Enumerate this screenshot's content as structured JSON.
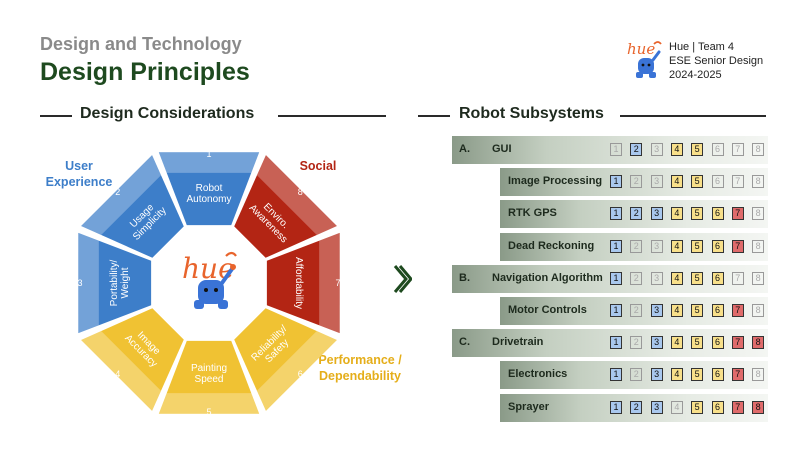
{
  "header": {
    "subtitle": "Design and Technology",
    "title": "Design Principles"
  },
  "team": {
    "line1": "Hue | Team 4",
    "line2": "ESE Senior Design",
    "line3": "2024-2025",
    "logo_text": "hue"
  },
  "left_section": {
    "heading": "Design Considerations"
  },
  "right_section": {
    "heading": "Robot Subsystems"
  },
  "categories": {
    "user_experience": "User\nExperience",
    "social": "Social",
    "performance": "Performance /\nDependability"
  },
  "wheel": {
    "center_logo_text": "hue",
    "segments": [
      {
        "number": "1",
        "line1": "Robot",
        "line2": "Autonomy",
        "color": "#3d7ec9"
      },
      {
        "number": "8",
        "line1": "Enviro.",
        "line2": "Awareness",
        "color": "#b32514"
      },
      {
        "number": "7",
        "line1": "Affordability",
        "line2": "",
        "color": "#b32514"
      },
      {
        "number": "6",
        "line1": "Reliability/",
        "line2": "Safety",
        "color": "#f0c233"
      },
      {
        "number": "5",
        "line1": "Painting",
        "line2": "Speed",
        "color": "#f0c233"
      },
      {
        "number": "4",
        "line1": "Image",
        "line2": "Accuracy",
        "color": "#f0c233"
      },
      {
        "number": "3",
        "line1": "Portability/",
        "line2": "Weight",
        "color": "#3d7ec9"
      },
      {
        "number": "2",
        "line1": "Usage",
        "line2": "Simplicity",
        "color": "#3d7ec9"
      }
    ]
  },
  "colors": {
    "blue": "#3d7ec9",
    "red": "#b32514",
    "yellow": "#f0c233",
    "dark_green": "#1e4a1f",
    "box_blue": "#a9c8ee",
    "box_yellow": "#f8e08a",
    "box_red": "#e06b6b"
  },
  "subsystems": [
    {
      "letter": "A.",
      "name": "GUI",
      "type": "main",
      "active": [
        2,
        4,
        5
      ]
    },
    {
      "letter": "",
      "name": "Image Processing",
      "type": "child",
      "active": [
        1,
        4,
        5
      ]
    },
    {
      "letter": "",
      "name": "RTK GPS",
      "type": "child",
      "active": [
        1,
        2,
        3,
        4,
        5,
        6,
        7
      ]
    },
    {
      "letter": "",
      "name": "Dead Reckoning",
      "type": "child",
      "active": [
        1,
        4,
        5,
        6,
        7
      ]
    },
    {
      "letter": "B.",
      "name": "Navigation Algorithm",
      "type": "main",
      "active": [
        1,
        4,
        5,
        6
      ]
    },
    {
      "letter": "",
      "name": "Motor Controls",
      "type": "child",
      "active": [
        1,
        3,
        4,
        5,
        6,
        7
      ]
    },
    {
      "letter": "C.",
      "name": "Drivetrain",
      "type": "main",
      "active": [
        1,
        3,
        4,
        5,
        6,
        7,
        8
      ]
    },
    {
      "letter": "",
      "name": "Electronics",
      "type": "child",
      "active": [
        1,
        3,
        4,
        5,
        6,
        7
      ]
    },
    {
      "letter": "",
      "name": "Sprayer",
      "type": "child",
      "active": [
        1,
        2,
        3,
        5,
        6,
        7,
        8
      ]
    }
  ],
  "box_labels": [
    "1",
    "2",
    "3",
    "4",
    "5",
    "6",
    "7",
    "8"
  ]
}
